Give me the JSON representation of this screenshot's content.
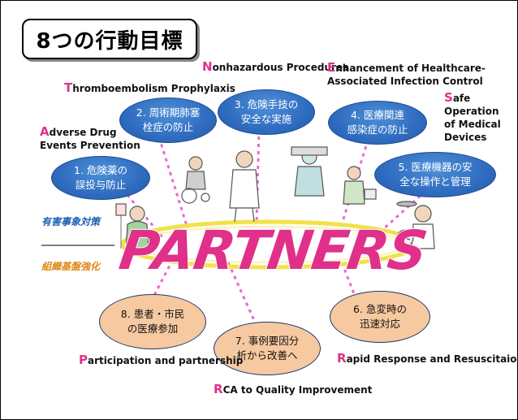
{
  "title": "8つの行動目標",
  "partners_word": "PARTNERS",
  "goals": [
    {
      "num_text": "1.  危険薬の",
      "line2": "誤投与防止",
      "en_initial": "A",
      "en_rest": "dverse Drug",
      "en_line2": "Events Prevention"
    },
    {
      "num_text": "2.  周術期肺塞",
      "line2": "栓症の防止",
      "en_initial": "T",
      "en_rest": "hromboembolism Prophylaxis",
      "en_line2": ""
    },
    {
      "num_text": "3.  危険手技の",
      "line2": "安全な実施",
      "en_initial": "N",
      "en_rest": "onhazardous Procedures",
      "en_line2": ""
    },
    {
      "num_text": "4.  医療関連",
      "line2": "感染症の防止",
      "en_initial": "E",
      "en_rest": "nhancement of Healthcare-",
      "en_line2": "Associated Infection Control"
    },
    {
      "num_text": "5.  医療機器の安",
      "line2": "全な操作と管理",
      "en_initial": "S",
      "en_rest": "afe",
      "en_line2": "Operation",
      "en_line3": "of Medical",
      "en_line4": "Devices"
    },
    {
      "num_text": "6.  急変時の",
      "line2": "迅速対応",
      "en_initial": "R",
      "en_rest": "apid Response and Resuscitaion",
      "en_line2": ""
    },
    {
      "num_text": "7.  事例要因分",
      "line2": "析から改善へ",
      "en_initial": "R",
      "en_rest": "CA to Quality Improvement",
      "en_line2": ""
    },
    {
      "num_text": "8.  患者・市民",
      "line2": "の医療参加",
      "en_initial": "P",
      "en_rest": "articipation and partnership",
      "en_line2": ""
    }
  ],
  "side_labels": {
    "top": "有害事象対策",
    "bottom": "組織基盤強化"
  },
  "colors": {
    "blue_oval": "#2f6cc0",
    "tan_oval": "#f7c9a0",
    "magenta": "#e0308a",
    "top_label": "#1f5fb5",
    "bottom_label": "#e08a1a",
    "ring": "#f2e14a",
    "dots": "#e86ad0"
  }
}
